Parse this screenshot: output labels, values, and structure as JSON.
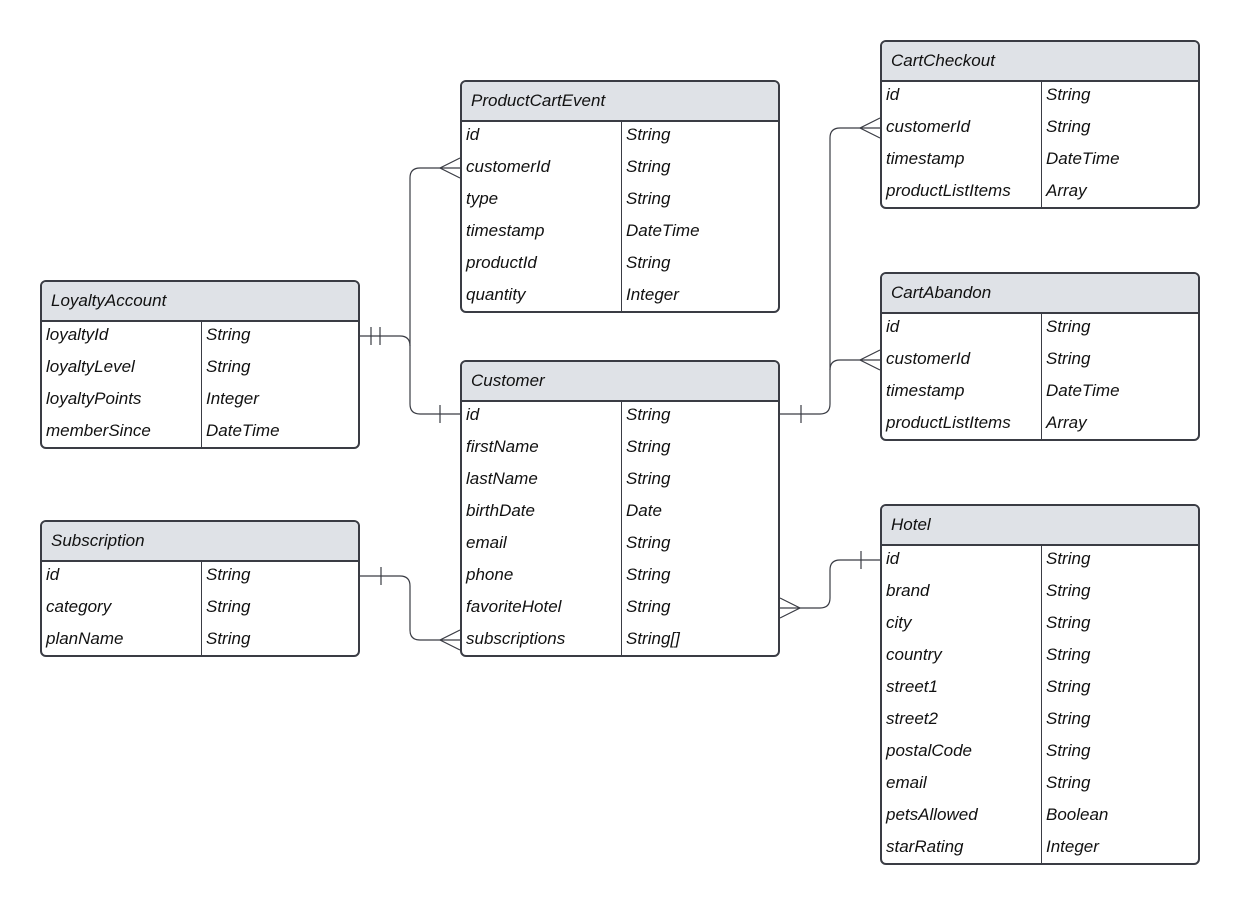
{
  "entities": [
    {
      "id": "product-cart-event",
      "name": "ProductCartEvent",
      "fields": [
        {
          "name": "id",
          "type": "String"
        },
        {
          "name": "customerId",
          "type": "String"
        },
        {
          "name": "type",
          "type": "String"
        },
        {
          "name": "timestamp",
          "type": "DateTime"
        },
        {
          "name": "productId",
          "type": "String"
        },
        {
          "name": "quantity",
          "type": "Integer"
        }
      ]
    },
    {
      "id": "cart-checkout",
      "name": "CartCheckout",
      "fields": [
        {
          "name": "id",
          "type": "String"
        },
        {
          "name": "customerId",
          "type": "String"
        },
        {
          "name": "timestamp",
          "type": "DateTime"
        },
        {
          "name": "productListItems",
          "type": "Array"
        }
      ]
    },
    {
      "id": "loyalty-account",
      "name": "LoyaltyAccount",
      "fields": [
        {
          "name": "loyaltyId",
          "type": "String"
        },
        {
          "name": "loyaltyLevel",
          "type": "String"
        },
        {
          "name": "loyaltyPoints",
          "type": "Integer"
        },
        {
          "name": "memberSince",
          "type": "DateTime"
        }
      ]
    },
    {
      "id": "cart-abandon",
      "name": "CartAbandon",
      "fields": [
        {
          "name": "id",
          "type": "String"
        },
        {
          "name": "customerId",
          "type": "String"
        },
        {
          "name": "timestamp",
          "type": "DateTime"
        },
        {
          "name": "productListItems",
          "type": "Array"
        }
      ]
    },
    {
      "id": "customer",
      "name": "Customer",
      "fields": [
        {
          "name": "id",
          "type": "String"
        },
        {
          "name": "firstName",
          "type": "String"
        },
        {
          "name": "lastName",
          "type": "String"
        },
        {
          "name": "birthDate",
          "type": "Date"
        },
        {
          "name": "email",
          "type": "String"
        },
        {
          "name": "phone",
          "type": "String"
        },
        {
          "name": "favoriteHotel",
          "type": "String"
        },
        {
          "name": "subscriptions",
          "type": "String[]"
        }
      ]
    },
    {
      "id": "hotel",
      "name": "Hotel",
      "fields": [
        {
          "name": "id",
          "type": "String"
        },
        {
          "name": "brand",
          "type": "String"
        },
        {
          "name": "city",
          "type": "String"
        },
        {
          "name": "country",
          "type": "String"
        },
        {
          "name": "street1",
          "type": "String"
        },
        {
          "name": "street2",
          "type": "String"
        },
        {
          "name": "postalCode",
          "type": "String"
        },
        {
          "name": "email",
          "type": "String"
        },
        {
          "name": "petsAllowed",
          "type": "Boolean"
        },
        {
          "name": "starRating",
          "type": "Integer"
        }
      ]
    },
    {
      "id": "subscription",
      "name": "Subscription",
      "fields": [
        {
          "name": "id",
          "type": "String"
        },
        {
          "name": "category",
          "type": "String"
        },
        {
          "name": "planName",
          "type": "String"
        }
      ]
    }
  ],
  "relationships": [
    {
      "from": "LoyaltyAccount.loyaltyId",
      "to": "Customer.id",
      "from_cardinality": "one-and-only-one",
      "to_cardinality": "one"
    },
    {
      "from": "Customer.id",
      "to": "ProductCartEvent.customerId",
      "from_cardinality": "one",
      "to_cardinality": "many"
    },
    {
      "from": "Customer.id",
      "to": "CartCheckout.customerId",
      "from_cardinality": "one",
      "to_cardinality": "many"
    },
    {
      "from": "Customer.id",
      "to": "CartAbandon.customerId",
      "from_cardinality": "one",
      "to_cardinality": "many"
    },
    {
      "from": "Hotel.id",
      "to": "Customer.favoriteHotel",
      "from_cardinality": "one",
      "to_cardinality": "many"
    },
    {
      "from": "Subscription.id",
      "to": "Customer.subscriptions",
      "from_cardinality": "one",
      "to_cardinality": "many"
    }
  ],
  "colors": {
    "header_fill": "#dfe2e7",
    "border": "#3a3c44",
    "line": "#3a3c44"
  }
}
